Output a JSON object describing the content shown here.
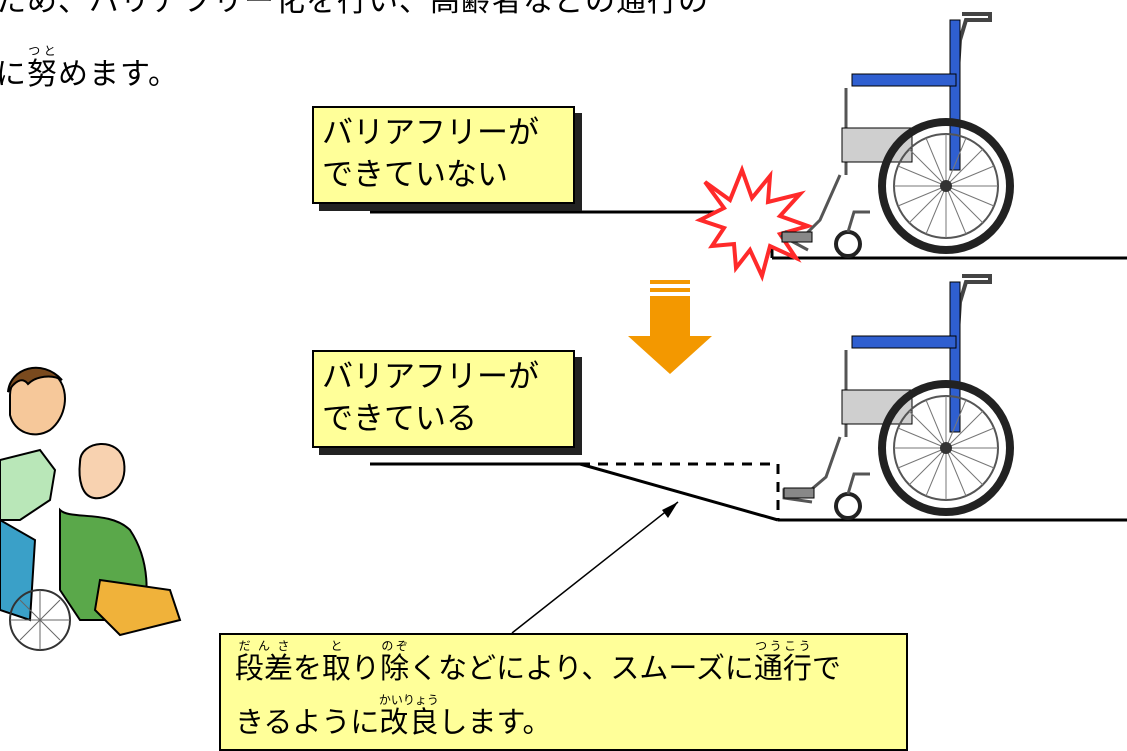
{
  "intro": {
    "line1": "ため、バリアフリー化を行い、高齢者などの通行の",
    "line2_tail": "に",
    "line2_word": "努",
    "line2_ruby": "つと",
    "line2_end": "めます。"
  },
  "labels": {
    "before_l1": "バリアフリーが",
    "before_l2": "できていない",
    "after_l1": "バリアフリーが",
    "after_l2": "できている"
  },
  "caption": {
    "w1": "段差",
    "r1": "だんさ",
    "t1": "を",
    "w2": "取",
    "r2": "と",
    "t2": "り",
    "w3": "除",
    "r3": "のぞ",
    "t3": "くなどにより、スムーズに",
    "w4": "通行",
    "r4": "つうこう",
    "t4": "で",
    "t5": "きるように",
    "w5": "改良",
    "r5": "かいりょう",
    "t6": "します。"
  },
  "colors": {
    "label_fill": "#ffff99",
    "arrow": "#f39800",
    "wheelchair_seat": "#2f5fd0",
    "impact": "#ff2a2a"
  },
  "icons": [
    "wheelchair-icon",
    "impact-burst-icon",
    "down-arrow-icon",
    "caregiver-illustration"
  ]
}
